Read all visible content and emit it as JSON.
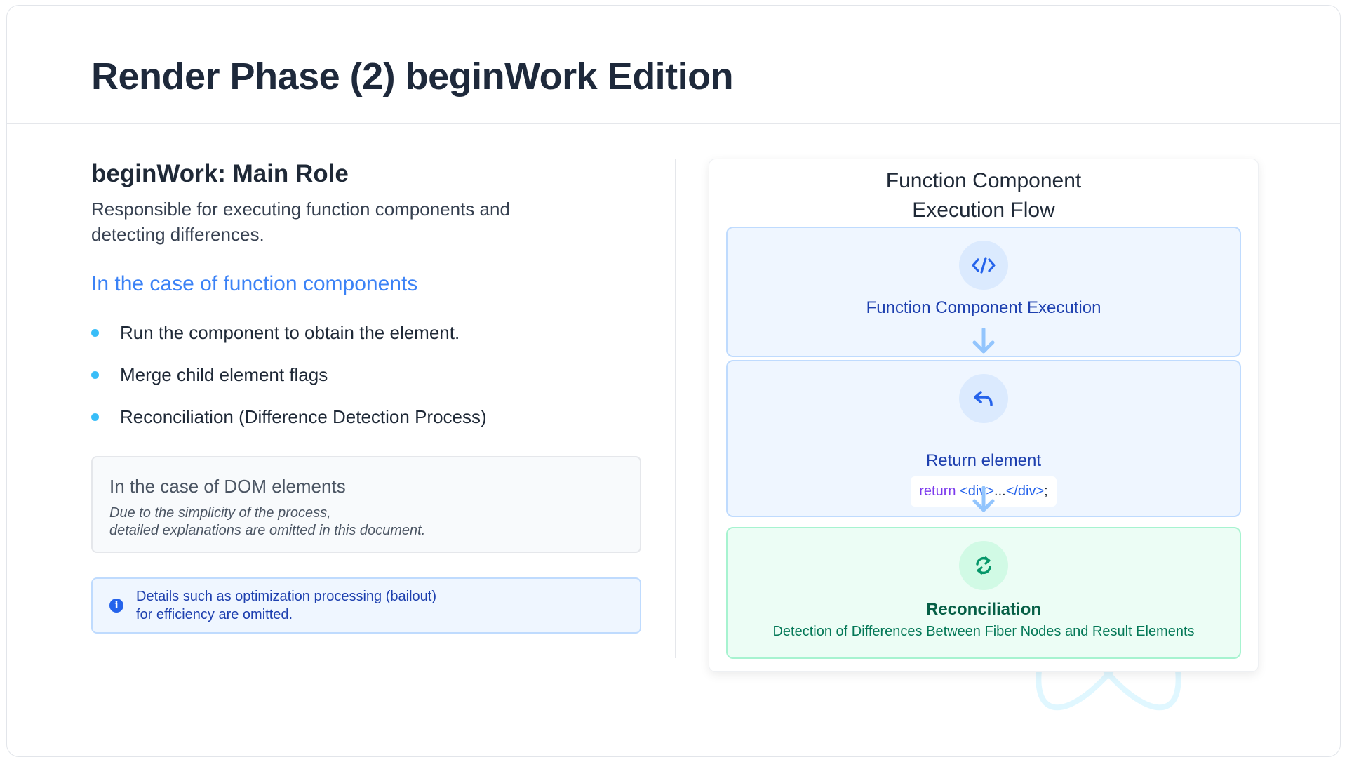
{
  "header": {
    "title": "Render Phase (2) beginWork Edition"
  },
  "left": {
    "section_title": "beginWork: Main Role",
    "description": "Responsible for executing function components and detecting differences.",
    "function_components_title": "In the case of function components",
    "bullets": [
      "Run the component to obtain the element.",
      "Merge child element flags",
      "Reconciliation (Difference Detection Process)"
    ],
    "dom_box": {
      "title": "In the case of DOM elements",
      "note_line1": "Due to the simplicity of the process,",
      "note_line2": "detailed explanations are omitted in this document."
    },
    "info": {
      "icon": "info-icon",
      "line1": "Details such as optimization processing (bailout)",
      "line2": "for efficiency are omitted."
    }
  },
  "flow": {
    "title_line1": "Function Component",
    "title_line2": "Execution Flow",
    "steps": [
      {
        "icon": "code-icon",
        "label": "Function Component Execution"
      },
      {
        "icon": "reply-icon",
        "label": "Return element",
        "code_keyword": "return",
        "code_open": "<div>",
        "code_mid": "...",
        "code_close": "</div>",
        "code_end": ";"
      },
      {
        "icon": "sync-icon",
        "label": "Reconciliation",
        "sub": "Detection of Differences Between Fiber Nodes and Result Elements"
      }
    ]
  },
  "colors": {
    "accent": "#3b82f6",
    "bullet": "#38bdf8",
    "flow_blue": "#eff6ff",
    "flow_green": "#ecfdf5"
  }
}
